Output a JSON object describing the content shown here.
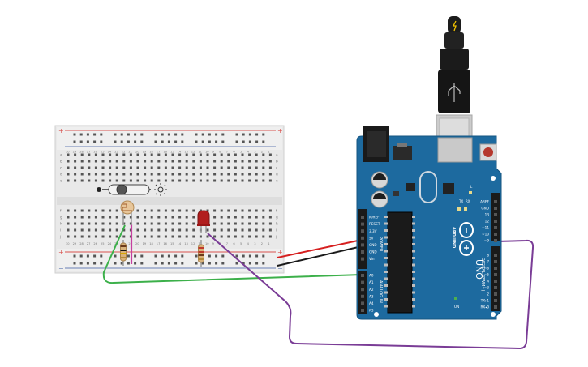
{
  "colors": {
    "board_blue": "#1d6a9f",
    "board_edge": "#155582",
    "breadboard": "#ececec",
    "rail_red": "#d9534f",
    "rail_blue": "#6a7fb4",
    "wire_red": "#d61f1f",
    "wire_black": "#1a1a1a",
    "wire_green": "#3cb04a",
    "wire_purple": "#7a3c96",
    "led_red": "#b11d1d",
    "photo_wire": "#c63fa0"
  },
  "breadboard": {
    "rail_plus": "+",
    "rail_minus": "−",
    "row_letters_top": [
      "j",
      "i",
      "h",
      "g",
      "f"
    ],
    "row_letters_bottom": [
      "e",
      "d",
      "c",
      "b",
      "a"
    ],
    "column_numbers": [
      "30",
      "29",
      "28",
      "27",
      "26",
      "25",
      "24",
      "23",
      "22",
      "21",
      "20",
      "19",
      "18",
      "17",
      "16",
      "15",
      "14",
      "13",
      "12",
      "11",
      "10",
      "9",
      "8",
      "7",
      "6",
      "5",
      "4",
      "3",
      "2",
      "1"
    ]
  },
  "arduino": {
    "brand": "ARDUINO",
    "model": "UNO",
    "power_header_title": "POWER",
    "analog_header_title": "ANALOG IN",
    "digital_header_title": "DIGITAL (PWM~)",
    "power_pins": [
      "IOREF",
      "RESET",
      "3.3V",
      "5V",
      "GND",
      "GND",
      "Vin"
    ],
    "analog_pins": [
      "A0",
      "A1",
      "A2",
      "A3",
      "A4",
      "A5"
    ],
    "digital_pins": [
      "AREF",
      "GND",
      "13",
      "12",
      "~11",
      "~10",
      "~9",
      "8",
      "7",
      "~6",
      "~5",
      "4",
      "~3",
      "2",
      "TX▸1",
      "RX◂0"
    ],
    "led_labels": [
      "L",
      "TX",
      "RX",
      "ON"
    ]
  },
  "icons": {
    "usb_cable": "usb-plug-icon",
    "lightning": "lightning-icon",
    "sun": "sun-icon"
  }
}
